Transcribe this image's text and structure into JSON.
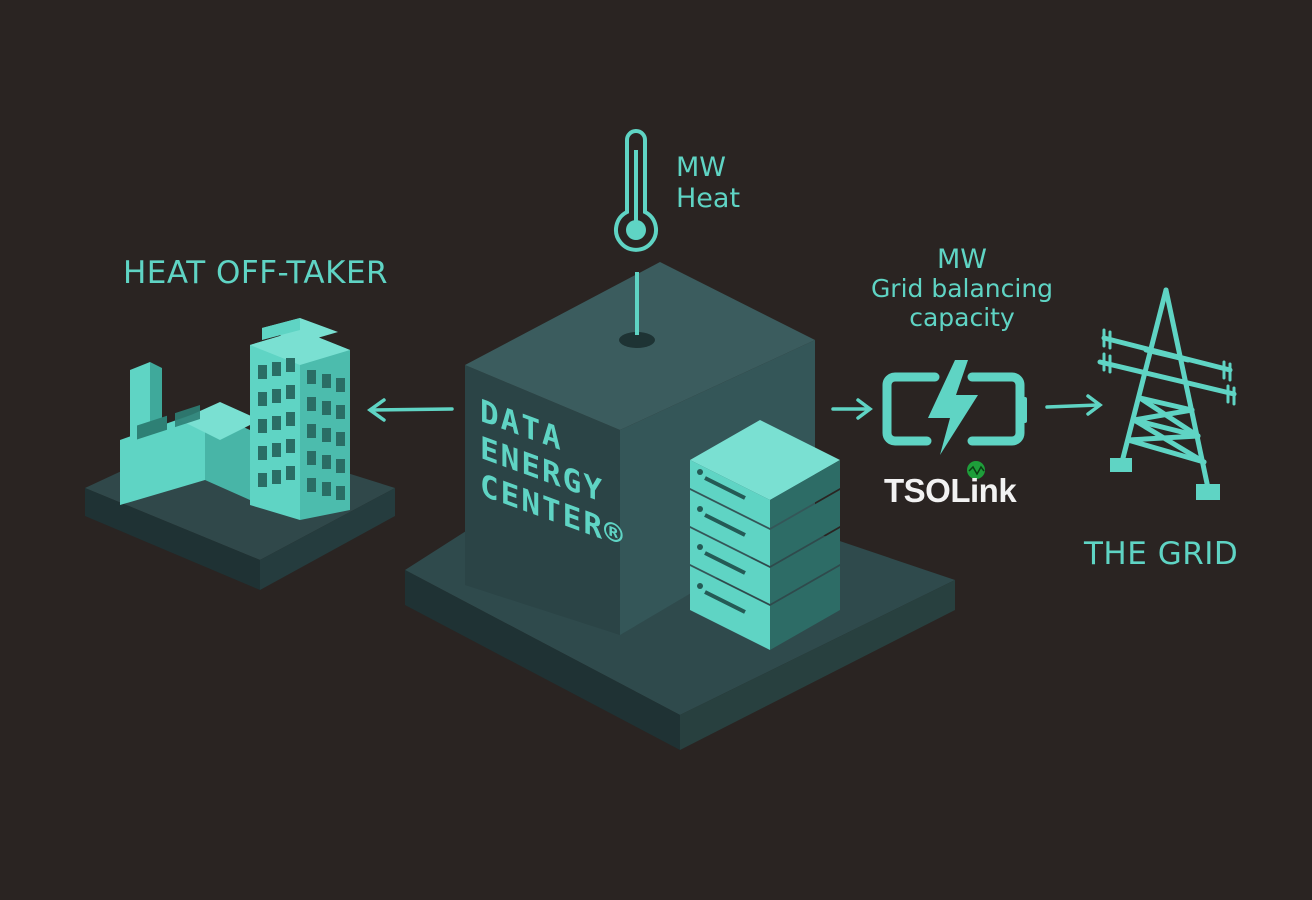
{
  "labels": {
    "heat_offtaker": "HEAT OFF-TAKER",
    "mw_heat_line1": "MW",
    "mw_heat_line2": "Heat",
    "mw_grid_line1": "MW",
    "mw_grid_line2": "Grid balancing",
    "mw_grid_line3": "capacity",
    "the_grid": "THE GRID"
  },
  "center": {
    "line1": "DATA",
    "line2": "ENERGY",
    "line3": "CENTER®"
  },
  "brand": {
    "part1": "TSOL",
    "part2": "ink"
  },
  "colors": {
    "background": "#2a2422",
    "accent": "#5fd4c4",
    "platform": "#2f4a4c",
    "brand_dot": "#1e9e3a"
  }
}
